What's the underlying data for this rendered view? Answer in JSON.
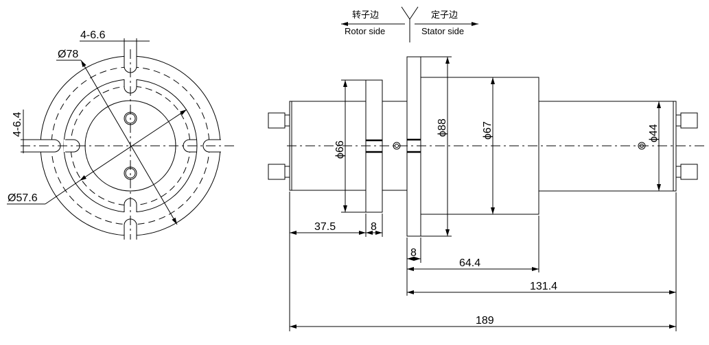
{
  "side_labels": {
    "rotor_cn": "转子边",
    "rotor_en": "Rotor side",
    "stator_cn": "定子边",
    "stator_en": "Stator side"
  },
  "front_view": {
    "slot_width": "4-6.6",
    "slot_side": "4-6.4",
    "outer_diameter": "Ø78",
    "pcd_diameter": "Ø57.6"
  },
  "side_view": {
    "d_rotor_flange": "ϕ66",
    "d_stator_flange": "ϕ88",
    "d_body": "ϕ67",
    "d_end": "ϕ44",
    "len_rotor_body": "37.5",
    "len_rotor_flange": "8",
    "len_stator_flange": "8",
    "len_stator_body": "64.4",
    "len_stator_total": "131.4",
    "len_total": "189"
  }
}
